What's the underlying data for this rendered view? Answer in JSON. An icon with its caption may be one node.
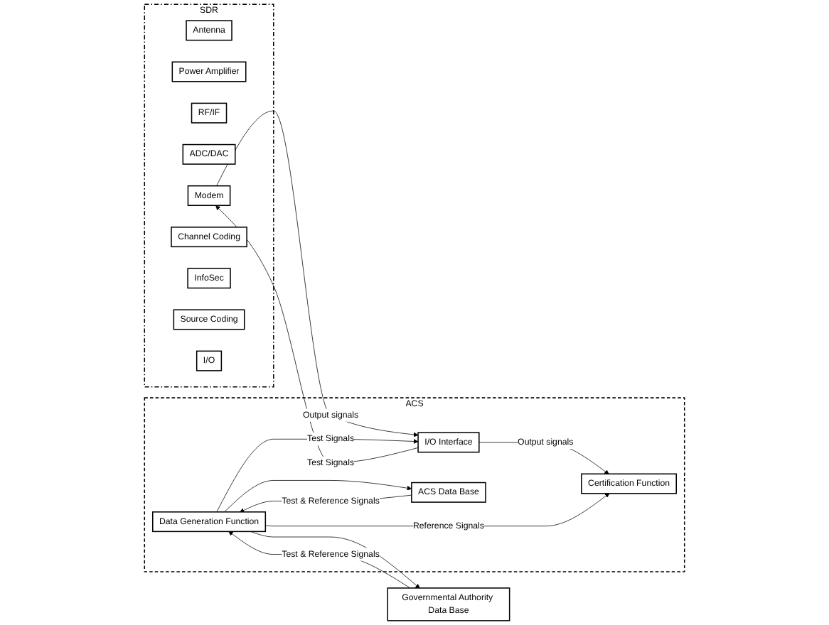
{
  "diagram": {
    "nodes": [
      {
        "text": [
          "SDR"
        ]
      },
      {
        "text": [
          "Antenna"
        ],
        "in": 0
      },
      {
        "text": [
          "Power Amplifier"
        ],
        "in": 0
      },
      {
        "text": [
          "RF/IF"
        ],
        "in": 0
      },
      {
        "text": [
          "ADC/DAC"
        ],
        "in": 0
      },
      {
        "text": [
          "Modem"
        ],
        "in": 0
      },
      {
        "text": [
          "Channel Coding"
        ],
        "in": 0
      },
      {
        "text": [
          "InfoSec"
        ],
        "in": 0
      },
      {
        "text": [
          "Source Coding"
        ],
        "in": 0
      },
      {
        "text": [
          "I/O"
        ],
        "in": 0
      },
      {
        "text": [
          "ACS"
        ]
      },
      {
        "text": [
          "I/O Interface"
        ],
        "in": 10
      },
      {
        "text": [
          "Certification Function"
        ],
        "in": 10
      },
      {
        "text": [
          "Data Generation Function"
        ],
        "in": 10
      },
      {
        "text": [
          "ACS Data Base"
        ],
        "in": 10
      },
      {
        "text": [
          "Governmental Authority Data Base"
        ]
      }
    ],
    "edges": [
      {
        "from": 11,
        "to": 5,
        "arrow": "to",
        "label": "Test Signals"
      },
      {
        "from": 5,
        "to": 11,
        "arrow": "to",
        "label": "Output signals"
      },
      {
        "from": 11,
        "to": 12,
        "arrow": "to",
        "label": "Output signals"
      },
      {
        "from": 13,
        "to": 11,
        "arrow": "to",
        "label": "Test Signals"
      },
      {
        "from": 13,
        "to": 12,
        "arrow": "to",
        "label": "Reference Signals"
      },
      {
        "from": 15,
        "to": 13,
        "arrow": "to",
        "label": "Test & Reference Signals"
      },
      {
        "from": 13,
        "to": 15,
        "arrow": "to"
      },
      {
        "from": 13,
        "to": 14,
        "arrow": "to"
      },
      {
        "from": 14,
        "to": 13,
        "arrow": "to",
        "label": "Test & Reference Signals"
      }
    ]
  }
}
